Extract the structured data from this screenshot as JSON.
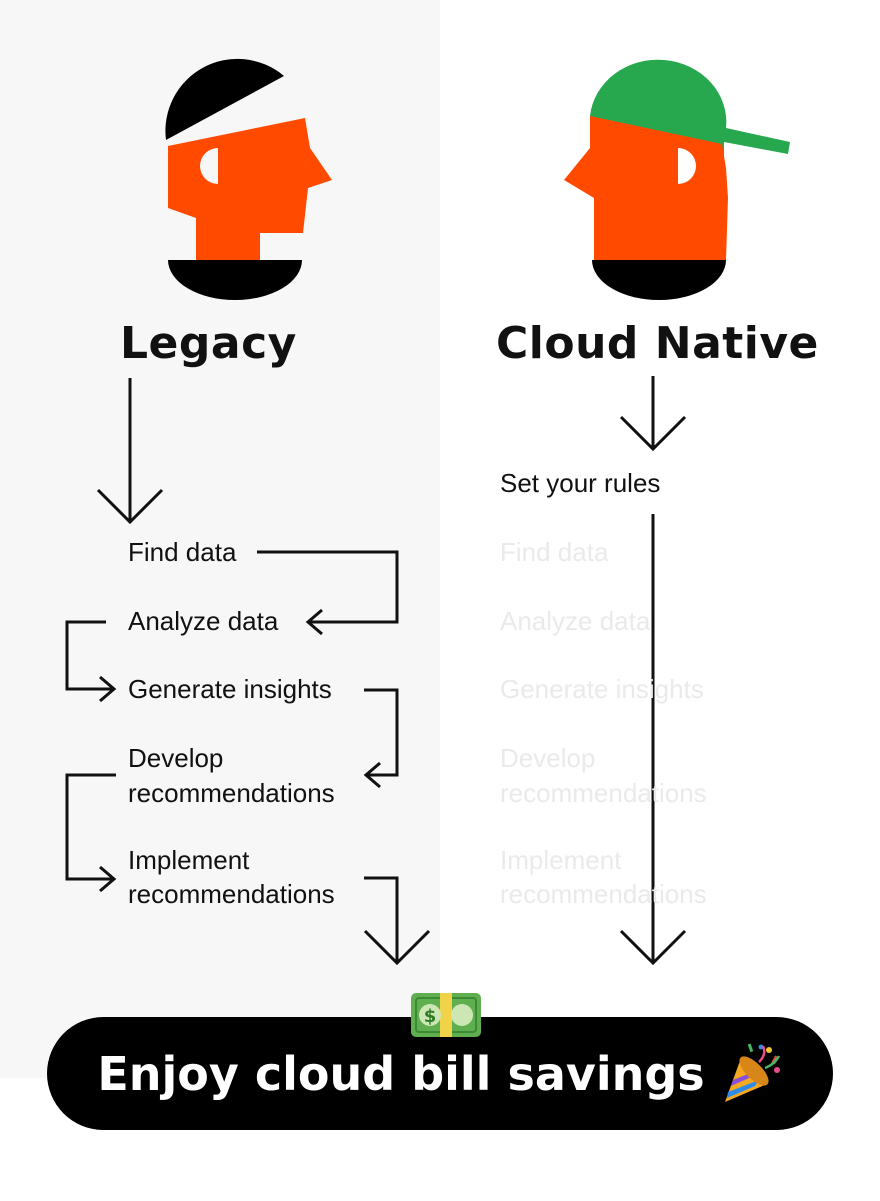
{
  "legacy": {
    "title": "Legacy",
    "steps": [
      "Find data",
      "Analyze data",
      "Generate insights",
      "Develop",
      "recommendations",
      "Implement",
      "recommendations"
    ]
  },
  "cloud_native": {
    "title": "Cloud Native",
    "first_step": "Set your rules",
    "skipped_steps": [
      "Find data",
      "Analyze data",
      "Generate insights",
      "Develop",
      "recommendations",
      "Implement",
      "recommendations"
    ]
  },
  "result": {
    "label": "Enjoy cloud bill savings"
  },
  "icons": {
    "money": "money-banknote-icon",
    "party": "party-popper-icon"
  },
  "colors": {
    "face": "#ff4a00",
    "cap": "#27a84f",
    "dark": "#000000",
    "left_panel": "#f7f7f7",
    "faded_text": "#eaeaea"
  }
}
